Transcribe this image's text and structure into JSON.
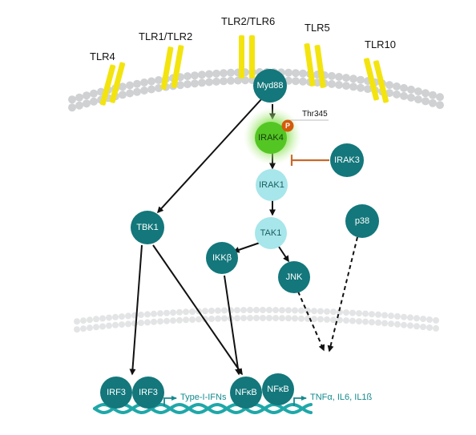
{
  "receptors": [
    {
      "label": "TLR4"
    },
    {
      "label": "TLR1/TLR2"
    },
    {
      "label": "TLR2/TLR6"
    },
    {
      "label": "TLR5"
    },
    {
      "label": "TLR10"
    }
  ],
  "nodes": {
    "myd88": "Myd88",
    "irak4": "IRAK4",
    "phospho": "P",
    "thr": "Thr345",
    "irak3": "IRAK3",
    "irak1": "IRAK1",
    "tak1": "TAK1",
    "tbk1": "TBK1",
    "ikkb": "IKKβ",
    "jnk": "JNK",
    "p38": "p38",
    "irf3_a": "IRF3",
    "irf3_b": "IRF3",
    "nfkb_a": "NFκB",
    "nfkb_b": "NFκB"
  },
  "outputs": {
    "type1": "Type-I-IFNs",
    "cytokines": "TNFα, IL6, IL1ß"
  },
  "colors": {
    "teal": "#13777b",
    "light_teal": "#a7e6ea",
    "irak4_green": "#6ad62e",
    "receptor_yellow": "#f3e40f",
    "phospho_orange": "#d45b0a",
    "inhibit_line": "#c8692a",
    "membrane_bead": "#cfd1d3",
    "dna_teal": "#1fa7a8"
  }
}
